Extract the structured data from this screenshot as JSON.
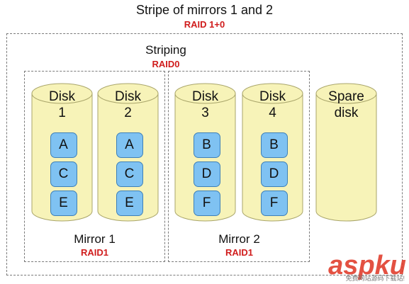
{
  "diagram": {
    "title": "Stripe of mirrors 1 and 2",
    "subtitle": "RAID 1+0",
    "striping": {
      "label": "Striping",
      "level": "RAID0"
    },
    "mirrors": [
      {
        "label": "Mirror 1",
        "level": "RAID1"
      },
      {
        "label": "Mirror 2",
        "level": "RAID1"
      }
    ],
    "disks": [
      {
        "line1": "Disk",
        "line2": "1",
        "blocks": [
          "A",
          "C",
          "E"
        ]
      },
      {
        "line1": "Disk",
        "line2": "2",
        "blocks": [
          "A",
          "C",
          "E"
        ]
      },
      {
        "line1": "Disk",
        "line2": "3",
        "blocks": [
          "B",
          "D",
          "F"
        ]
      },
      {
        "line1": "Disk",
        "line2": "4",
        "blocks": [
          "B",
          "D",
          "F"
        ]
      },
      {
        "line1": "Spare",
        "line2": "disk",
        "blocks": []
      }
    ],
    "watermark": "aspku",
    "watermark_sub": "免费网站源码下载站!"
  },
  "colors": {
    "accent_red": "#d01c1c",
    "disk_fill": "#f7f3b8",
    "disk_stroke": "#a9a56a",
    "block_fill": "#7fc2f2",
    "block_stroke": "#3e80b8"
  }
}
